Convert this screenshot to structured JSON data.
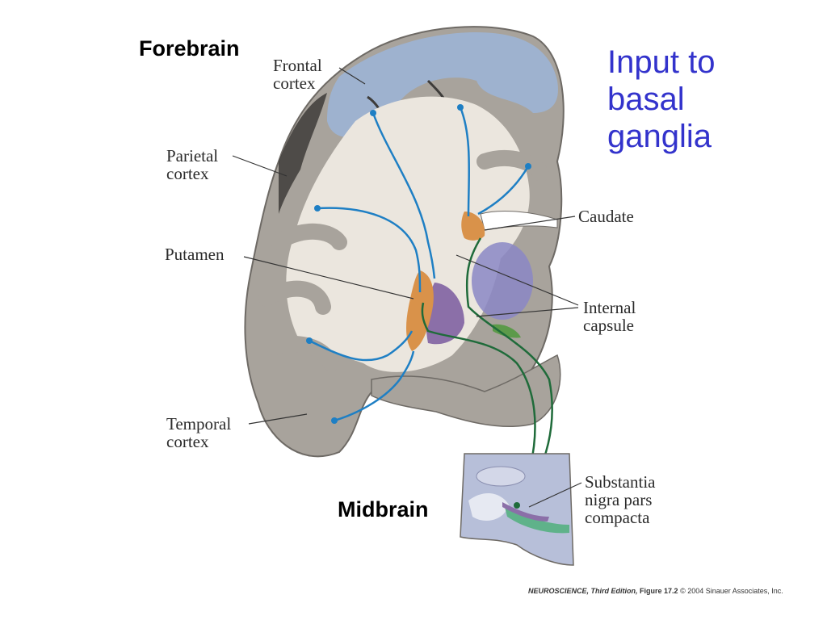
{
  "title_lines": [
    "Input to",
    "basal",
    "ganglia"
  ],
  "region_labels": {
    "forebrain": "Forebrain",
    "midbrain": "Midbrain"
  },
  "structure_labels": {
    "frontal_cortex": [
      "Frontal",
      "cortex"
    ],
    "parietal_cortex": [
      "Parietal",
      "cortex"
    ],
    "putamen": [
      "Putamen"
    ],
    "temporal_cortex": [
      "Temporal",
      "cortex"
    ],
    "caudate": [
      "Caudate"
    ],
    "internal_capsule": [
      "Internal",
      "capsule"
    ],
    "substantia_nigra": [
      "Substantia",
      "nigra pars",
      "compacta"
    ]
  },
  "credit": {
    "book": "NEUROSCIENCE, Third Edition,",
    "figure": "Figure 17.2",
    "copyright": "© 2004 Sinauer Associates, Inc."
  },
  "colors": {
    "title": "#3333cc",
    "cortex_gray": "#a8a39c",
    "frontal_blue": "#9db3d2",
    "white_matter": "#ebe6de",
    "striatum_orange": "#d9924a",
    "cortical_projection": "#1e7fc4",
    "nigral_projection": "#1f6b3a",
    "pallidum_purple": "#8b6fa8",
    "thalamus_lavender": "#8b87c6"
  }
}
